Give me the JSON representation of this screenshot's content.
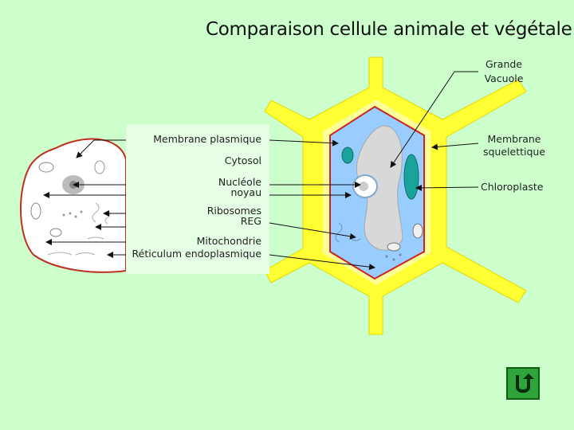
{
  "title": "Comparaison cellule animale et végétale.",
  "left_labels": {
    "membrane_plasmique": "Membrane plasmique",
    "cytosol": "Cytosol",
    "nucleole": "Nucléole",
    "noyau": "noyau",
    "ribosomes": "Ribosomes",
    "reg": "REG",
    "mitochondrie": "Mitochondrie",
    "reticulum": "Réticulum endoplasmique"
  },
  "right_labels": {
    "grande": "Grande",
    "vacuole": "Vacuole",
    "membrane": "Membrane",
    "squelettique": "squelettique",
    "chloroplaste": "Chloroplaste"
  },
  "colors": {
    "background": "#ccffcc",
    "cell_wall": "#ffff33",
    "cytoplasm": "#99ccff",
    "vacuole": "#d8d8d8",
    "membrane": "#cc2222",
    "chloroplast": "#1aa39a",
    "button": "#2ea43a"
  },
  "icons": {
    "back": "u-turn-arrow-icon"
  }
}
